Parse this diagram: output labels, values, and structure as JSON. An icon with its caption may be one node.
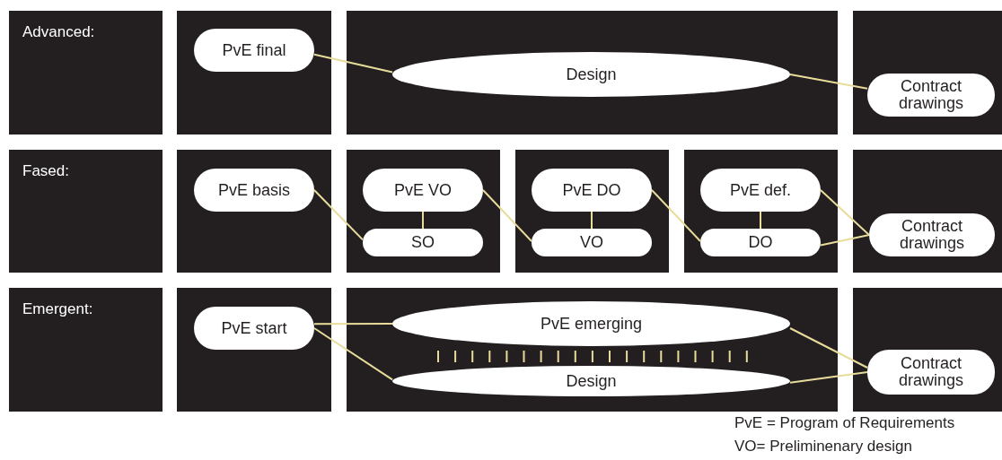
{
  "diagram": {
    "nodes": [
      {
        "text": [
          "Advanced:"
        ]
      },
      {
        "text": [],
        "shape": "box"
      },
      {
        "text": [
          "PvE final"
        ],
        "in": 1
      },
      {
        "text": [],
        "shape": "box"
      },
      {
        "text": [
          "Design"
        ],
        "in": 3
      },
      {
        "text": [],
        "shape": "box"
      },
      {
        "text": [
          "Contract drawings"
        ],
        "in": 5
      },
      {
        "text": [
          "Fased:"
        ]
      },
      {
        "text": [],
        "shape": "box"
      },
      {
        "text": [
          "PvE basis"
        ],
        "in": 8
      },
      {
        "text": [],
        "shape": "box"
      },
      {
        "text": [
          "PvE VO"
        ],
        "in": 10
      },
      {
        "text": [
          "SO"
        ],
        "in": 10
      },
      {
        "text": [],
        "shape": "box"
      },
      {
        "text": [
          "PvE DO"
        ],
        "in": 13
      },
      {
        "text": [
          "VO"
        ],
        "in": 13
      },
      {
        "text": [],
        "shape": "box"
      },
      {
        "text": [
          "PvE def."
        ],
        "in": 16
      },
      {
        "text": [
          "DO"
        ],
        "in": 16
      },
      {
        "text": [],
        "shape": "box"
      },
      {
        "text": [
          "Contract drawings"
        ],
        "in": 19
      },
      {
        "text": [
          "Emergent:"
        ]
      },
      {
        "text": [],
        "shape": "box"
      },
      {
        "text": [
          "PvE start"
        ],
        "in": 22
      },
      {
        "text": [],
        "shape": "box"
      },
      {
        "text": [
          "PvE emerging"
        ],
        "in": 24
      },
      {
        "text": [
          "Design"
        ],
        "in": 24
      },
      {
        "text": [],
        "shape": "box"
      },
      {
        "text": [
          "Contract drawings"
        ],
        "in": 27
      }
    ],
    "edges": [
      {
        "from": 2,
        "to": 4,
        "arrow": "none"
      },
      {
        "from": 4,
        "to": 6,
        "arrow": "none"
      },
      {
        "from": 9,
        "to": 12,
        "arrow": "none"
      },
      {
        "from": 11,
        "to": 12,
        "arrow": "none"
      },
      {
        "from": 11,
        "to": 15,
        "arrow": "none"
      },
      {
        "from": 14,
        "to": 15,
        "arrow": "none"
      },
      {
        "from": 14,
        "to": 18,
        "arrow": "none"
      },
      {
        "from": 17,
        "to": 18,
        "arrow": "none"
      },
      {
        "from": 17,
        "to": 20,
        "arrow": "none"
      },
      {
        "from": 18,
        "to": 20,
        "arrow": "none"
      },
      {
        "from": 23,
        "to": 25,
        "arrow": "none"
      },
      {
        "from": 23,
        "to": 26,
        "arrow": "none"
      },
      {
        "from": 25,
        "to": 28,
        "arrow": "none"
      },
      {
        "from": 26,
        "to": 28,
        "arrow": "none"
      }
    ],
    "labels": [
      "PvE = Program of Requirements",
      "VO= Preliminenary design"
    ]
  }
}
